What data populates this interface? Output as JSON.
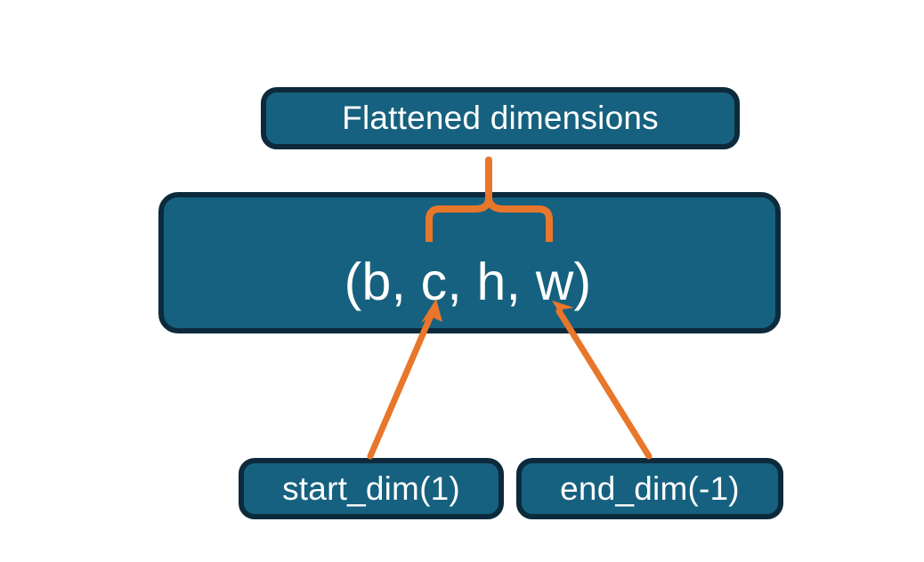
{
  "diagram": {
    "title_node": {
      "label": "Flattened dimensions",
      "name": "flattened-dimensions-node"
    },
    "tensor_node": {
      "label": "(b, c, h, w)",
      "dims": [
        "b",
        "c",
        "h",
        "w"
      ],
      "name": "tensor-shape-node"
    },
    "param_nodes": [
      {
        "label": "start_dim(1)",
        "name": "start-dim-node",
        "argument": "1"
      },
      {
        "label": "end_dim(-1)",
        "name": "end-dim-node",
        "argument": "-1"
      }
    ],
    "connectors": [
      {
        "name": "brace-connector",
        "icon": "curly-brace-up-icon",
        "from": "tensor-shape-node",
        "to": "flattened-dimensions-node"
      },
      {
        "name": "start-dim-arrow",
        "icon": "arrow-up-right-icon",
        "from": "start-dim-node",
        "to": "tensor-shape-node"
      },
      {
        "name": "end-dim-arrow",
        "icon": "arrow-up-left-icon",
        "from": "end-dim-node",
        "to": "tensor-shape-node"
      }
    ],
    "colors": {
      "node_fill": "#16617f",
      "node_border": "#0c2a3c",
      "node_text": "#ffffff",
      "connector": "#e8762b",
      "background": "#ffffff"
    }
  }
}
